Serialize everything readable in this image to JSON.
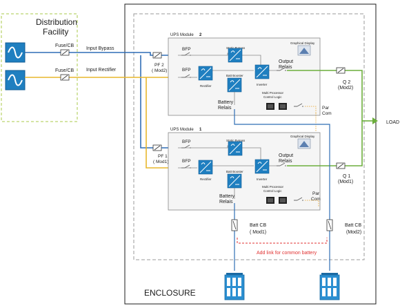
{
  "distribution_facility": {
    "title_line1": "Distribution",
    "title_line2": "Facility"
  },
  "sources": [
    {
      "fuse_label": "Fuse/CB",
      "line_label": "Input Bypass"
    },
    {
      "fuse_label": "Fuse/CB",
      "line_label": "Input Rectifier"
    }
  ],
  "modules": [
    {
      "title": "UPS Module",
      "number": "2",
      "pf_line1": "PF 2",
      "pf_line2": "( Mod2)",
      "bfp_top": "BFP",
      "bfp_bottom": "BFP",
      "static_bypass": "Static Bypass",
      "graphical_display": "Graphical Display",
      "rectifier": "Rectifier",
      "batt_booster": "Batt Booster",
      "inverter": "Inverter",
      "output_relais_line1": "Output",
      "output_relais_line2": "Relais",
      "battery_relais_line1": "Battery",
      "battery_relais_line2": "Relais",
      "mpcl_line1": "Multi Processor",
      "mpcl_line2": "Control Logic",
      "par_com_line1": "Par",
      "par_com_line2": "Com",
      "q_line1": "Q 2",
      "q_line2": "(Mod2)"
    },
    {
      "title": "UPS Module",
      "number": "1",
      "pf_line1": "PF 1",
      "pf_line2": "( Mod1)",
      "bfp_top": "BFP",
      "bfp_bottom": "BFP",
      "static_bypass": "Static Bypass",
      "graphical_display": "Graphical Display",
      "rectifier": "Rectifier",
      "batt_booster": "Batt Booster",
      "inverter": "Inverter",
      "output_relais_line1": "Output",
      "output_relais_line2": "Relais",
      "battery_relais_line1": "Battery",
      "battery_relais_line2": "Relais",
      "mpcl_line1": "Multi Processor",
      "mpcl_line2": "Control Logic",
      "par_com_line1": "Par",
      "par_com_line2": "Com",
      "q_line1": "Q 1",
      "q_line2": "(Mod1)"
    }
  ],
  "batt_cbs": [
    {
      "line1": "Batt   CB",
      "line2": "( Mod1)"
    },
    {
      "line1": "Batt   CB",
      "line2": "(Mod2)"
    }
  ],
  "common_battery_link": "Add link for common battery",
  "load_label": "LOAD",
  "enclosure_label": "ENCLOSURE",
  "colors": {
    "bypass": "#2f6db5",
    "rectifier": "#e8b72b",
    "output": "#6cae3c",
    "link": "#e03030",
    "icon": "#1f7fc0"
  }
}
